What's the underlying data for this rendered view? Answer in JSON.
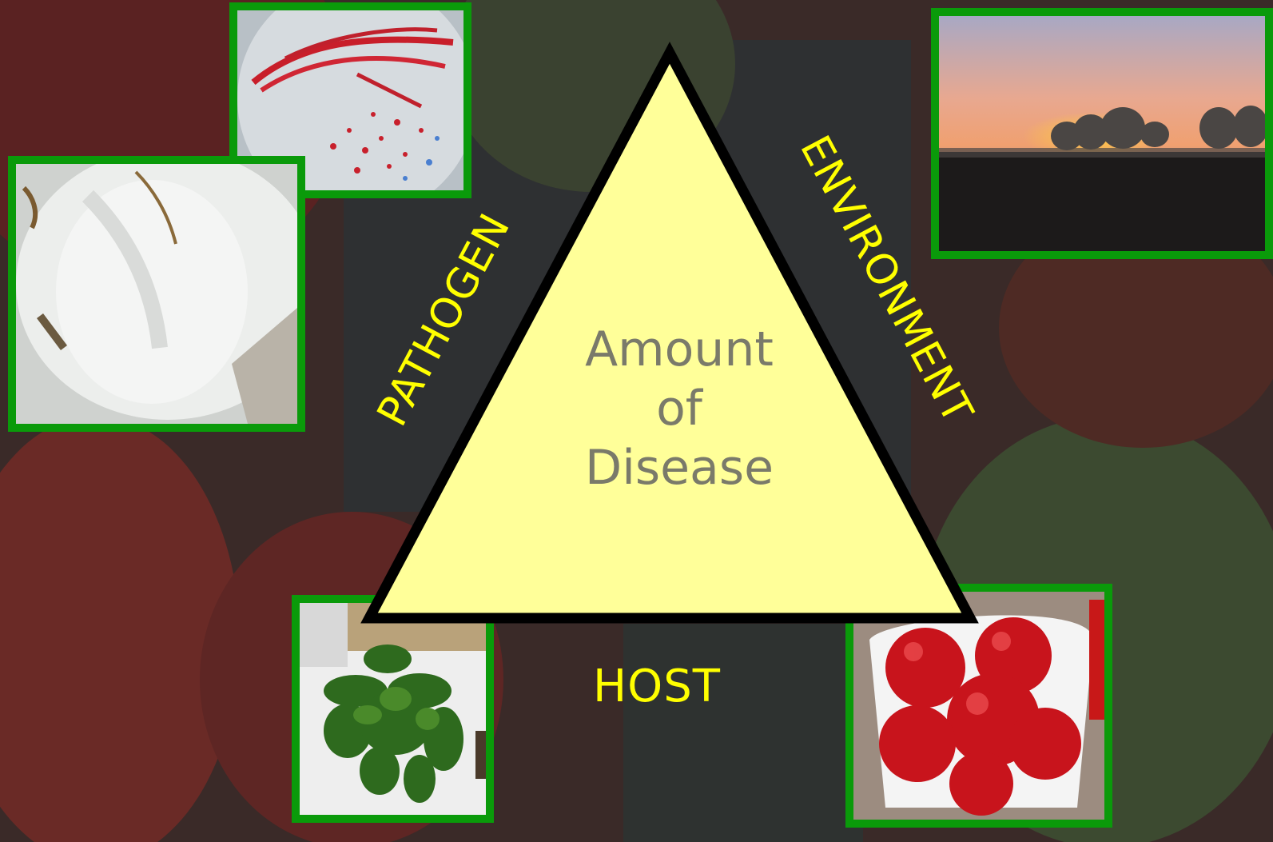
{
  "triangle": {
    "center_lines": [
      "Amount",
      "of",
      "Disease"
    ],
    "fill_color": "#ffff99",
    "stroke_color": "#000000"
  },
  "labels": {
    "pathogen": "PATHOGEN",
    "environment": "ENVIRONMENT",
    "host": "HOST",
    "color": "#ffff00"
  },
  "photos": [
    {
      "name": "bacteria-petri-dish-photo",
      "subject": "bacterial colonies on agar plate"
    },
    {
      "name": "fungal-mycelium-photo",
      "subject": "white fungal mycelium"
    },
    {
      "name": "foggy-sunrise-field-photo",
      "subject": "field at sunrise with fog"
    },
    {
      "name": "pepper-plant-photo",
      "subject": "pepper plant in pot"
    },
    {
      "name": "tomatoes-bucket-photo",
      "subject": "bucket of red tomatoes"
    }
  ],
  "photo_border_color": "#0a9a0a"
}
